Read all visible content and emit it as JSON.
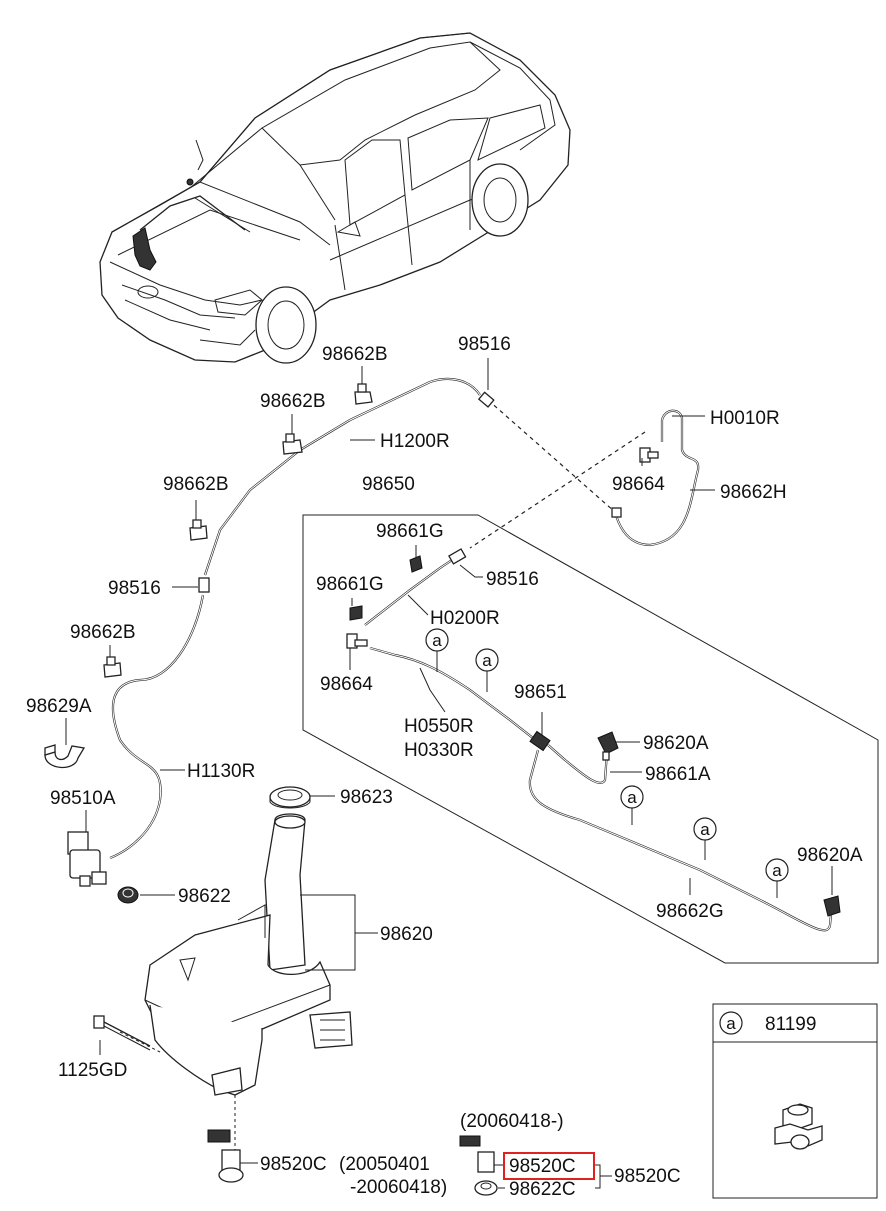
{
  "labels": {
    "p98516_top": "98516",
    "p98662B_1": "98662B",
    "p98662B_2": "98662B",
    "p98662B_3": "98662B",
    "p98662B_4": "98662B",
    "pH1200R": "H1200R",
    "pH0010R": "H0010R",
    "p98664_right": "98664",
    "p98662H": "98662H",
    "p98650": "98650",
    "p98661G_1": "98661G",
    "p98661G_2": "98661G",
    "p98516_mid": "98516",
    "p98516_left": "98516",
    "pH0200R": "H0200R",
    "p98664_left": "98664",
    "pH0550R": "H0550R",
    "pH0330R": "H0330R",
    "p98651": "98651",
    "p98620A_1": "98620A",
    "p98661A": "98661A",
    "p98629A": "98629A",
    "pH1130R": "H1130R",
    "p98510A": "98510A",
    "p98623": "98623",
    "p98622": "98622",
    "p98620": "98620",
    "p98620A_2": "98620A",
    "p98662G": "98662G",
    "p1125GD": "1125GD",
    "p98520C_left": "98520C",
    "date_range_1": "(20050401",
    "date_range_2": "-20060418)",
    "date_new": "(20060418-)",
    "p98520C_boxed": "98520C",
    "p98622C": "98622C",
    "p98520C_group": "98520C"
  },
  "callout_letter": "a",
  "legend": {
    "letter": "a",
    "part_number": "81199"
  },
  "highlight_color": "#e0221f"
}
